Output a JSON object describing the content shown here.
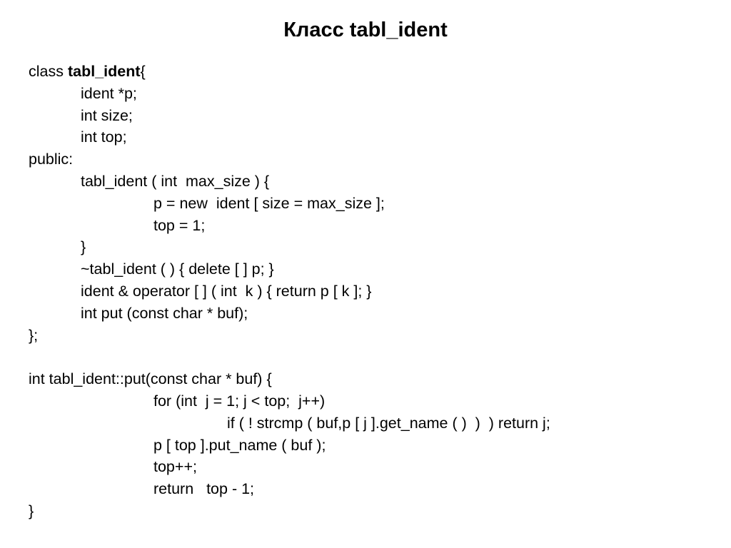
{
  "slide": {
    "title": "Класс tabl_ident",
    "lines": [
      {
        "indent": 0,
        "segments": [
          {
            "text": "class ",
            "bold": false
          },
          {
            "text": "tabl_ident",
            "bold": true
          },
          {
            "text": "{",
            "bold": false
          }
        ]
      },
      {
        "indent": 1,
        "segments": [
          {
            "text": "ident *p;",
            "bold": false
          }
        ]
      },
      {
        "indent": 1,
        "segments": [
          {
            "text": "int size;",
            "bold": false
          }
        ]
      },
      {
        "indent": 1,
        "segments": [
          {
            "text": "int top;",
            "bold": false
          }
        ]
      },
      {
        "indent": 0,
        "segments": [
          {
            "text": "public:",
            "bold": false
          }
        ]
      },
      {
        "indent": 1,
        "segments": [
          {
            "text": "tabl_ident ( int  max_size ) {",
            "bold": false
          }
        ]
      },
      {
        "indent": 2,
        "segments": [
          {
            "text": "p = new  ident [ size = max_size ];",
            "bold": false
          }
        ]
      },
      {
        "indent": 2,
        "segments": [
          {
            "text": "top = 1;",
            "bold": false
          }
        ]
      },
      {
        "indent": 1,
        "segments": [
          {
            "text": "}",
            "bold": false
          }
        ]
      },
      {
        "indent": 1,
        "segments": [
          {
            "text": "~tabl_ident ( ) { delete [ ] p; }",
            "bold": false
          }
        ]
      },
      {
        "indent": 1,
        "segments": [
          {
            "text": "ident & operator [ ] ( int  k ) { return p [ k ]; }",
            "bold": false
          }
        ]
      },
      {
        "indent": 1,
        "segments": [
          {
            "text": "int put (const char * buf);",
            "bold": false
          }
        ]
      },
      {
        "indent": 0,
        "segments": [
          {
            "text": "};",
            "bold": false
          }
        ]
      },
      {
        "indent": 0,
        "segments": [
          {
            "text": "",
            "bold": false
          }
        ]
      },
      {
        "indent": 0,
        "segments": [
          {
            "text": "int tabl_ident::put(const char * buf) {",
            "bold": false
          }
        ]
      },
      {
        "indent": 2,
        "segments": [
          {
            "text": "for (int  j = 1; j < top;  j++)",
            "bold": false
          }
        ]
      },
      {
        "indent": 3,
        "segments": [
          {
            "text": "if ( ! strcmp ( buf,p [ j ].get_name ( )  )  ) return j;",
            "bold": false
          }
        ]
      },
      {
        "indent": 2,
        "segments": [
          {
            "text": "p [ top ].put_name ( buf );",
            "bold": false
          }
        ]
      },
      {
        "indent": 2,
        "segments": [
          {
            "text": "top++;",
            "bold": false
          }
        ]
      },
      {
        "indent": 2,
        "segments": [
          {
            "text": "return   top - 1;",
            "bold": false
          }
        ]
      },
      {
        "indent": 0,
        "segments": [
          {
            "text": "}",
            "bold": false
          }
        ]
      }
    ]
  }
}
